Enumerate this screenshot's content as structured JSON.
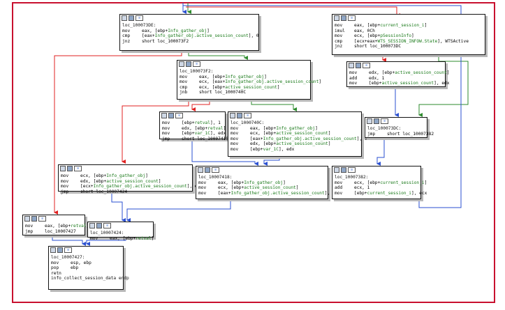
{
  "graph": {
    "colors": {
      "true_edge": "#2e8b2e",
      "false_edge": "#e02020",
      "uncond_edge": "#2a4fd0",
      "frame": "#c8102e"
    },
    "nodes": [
      {
        "id": "n1",
        "lines": [
          {
            "label": "loc_100073DE:"
          },
          {
            "mn": "mov",
            "op": "eax, [ebp+",
            "sym": "Info_gather_obj",
            "post": "]"
          },
          {
            "mn": "cmp",
            "op": "[eax+",
            "sym": "Info_gather_obj.active_session_count",
            "post": "], 0"
          },
          {
            "mn": "jnz",
            "op": "short loc_100073F2",
            "sym": "",
            "post": ""
          }
        ]
      },
      {
        "id": "n2",
        "lines": [
          {
            "mn": "mov",
            "op": "eax, [ebp+",
            "sym": "current_session_i",
            "post": "]"
          },
          {
            "mn": "imul",
            "op": "eax, 0Ch",
            "sym": "",
            "post": ""
          },
          {
            "mn": "mov",
            "op": "ecx, [ebp+",
            "sym": "pSessionInfo",
            "post": "]"
          },
          {
            "mn": "cmp",
            "op": "[ecx+eax+",
            "sym": "WTS_SESSION_INFOW.State",
            "post": "], WTSActive"
          },
          {
            "mn": "jnz",
            "op": "short loc_100073DC",
            "sym": "",
            "post": ""
          }
        ]
      },
      {
        "id": "n3",
        "lines": [
          {
            "label": "loc_100073F2:"
          },
          {
            "mn": "mov",
            "op": "eax, [ebp+",
            "sym": "Info_gather_obj",
            "post": "]"
          },
          {
            "mn": "mov",
            "op": "ecx, [eax+",
            "sym": "Info_gather_obj.active_session_count",
            "post": "]"
          },
          {
            "mn": "cmp",
            "op": "ecx, [ebp+",
            "sym": "active_session_count",
            "post": "]"
          },
          {
            "mn": "jnb",
            "op": "short loc_1000740C",
            "sym": "",
            "post": ""
          }
        ]
      },
      {
        "id": "n4",
        "lines": [
          {
            "mn": "mov",
            "op": "edx, [ebp+",
            "sym": "active_session_count",
            "post": "]"
          },
          {
            "mn": "add",
            "op": "edx, 1",
            "sym": "",
            "post": ""
          },
          {
            "mn": "mov",
            "op": "[ebp+",
            "sym": "active_session_count",
            "post": "], edx"
          }
        ]
      },
      {
        "id": "n5",
        "lines": [
          {
            "mn": "mov",
            "op": "[ebp+",
            "sym": "retval",
            "post": "], 1"
          },
          {
            "mn": "mov",
            "op": "edx, [ebp+",
            "sym": "retval",
            "post": "]"
          },
          {
            "mn": "mov",
            "op": "[ebp+",
            "sym": "var_1C",
            "post": "], edx"
          },
          {
            "mn": "jmp",
            "op": "short loc_10007418",
            "sym": "",
            "post": ""
          }
        ]
      },
      {
        "id": "n6",
        "lines": [
          {
            "label": "loc_1000740C:"
          },
          {
            "mn": "mov",
            "op": "eax, [ebp+",
            "sym": "Info_gather_obj",
            "post": "]"
          },
          {
            "mn": "mov",
            "op": "ecx, [ebp+",
            "sym": "active_session_count",
            "post": "]"
          },
          {
            "mn": "mov",
            "op": "[eax+",
            "sym": "Info_gather_obj.active_session_count",
            "post": "], ecx"
          },
          {
            "mn": "mov",
            "op": "edx, [ebp+",
            "sym": "active_session_count",
            "post": "]"
          },
          {
            "mn": "mov",
            "op": "[ebp+",
            "sym": "var_1C",
            "post": "], edx"
          }
        ]
      },
      {
        "id": "n7",
        "lines": [
          {
            "label": "loc_100073DC:"
          },
          {
            "mn": "jmp",
            "op": "short loc_10007382",
            "sym": "",
            "post": ""
          }
        ]
      },
      {
        "id": "n8",
        "lines": [
          {
            "mn": "mov",
            "op": "ecx, [ebp+",
            "sym": "Info_gather_obj",
            "post": "]"
          },
          {
            "mn": "mov",
            "op": "edx, [ebp+",
            "sym": "active_session_count",
            "post": "]"
          },
          {
            "mn": "mov",
            "op": "[ecx+",
            "sym": "Info_gather_obj.active_session_count",
            "post": "], edx"
          },
          {
            "mn": "jmp",
            "op": "short loc_10007424",
            "sym": "",
            "post": ""
          }
        ]
      },
      {
        "id": "n9",
        "lines": [
          {
            "label": "loc_10007418:"
          },
          {
            "mn": "mov",
            "op": "eax, [ebp+",
            "sym": "Info_gather_obj",
            "post": "]"
          },
          {
            "mn": "mov",
            "op": "ecx, [ebp+",
            "sym": "active_session_count",
            "post": "]"
          },
          {
            "mn": "mov",
            "op": "[eax+",
            "sym": "Info_gather_obj.active_session_count",
            "post": "], ecx"
          }
        ]
      },
      {
        "id": "n10",
        "lines": [
          {
            "label": "loc_10007382:"
          },
          {
            "mn": "mov",
            "op": "ecx, [ebp+",
            "sym": "current_session_i",
            "post": "]"
          },
          {
            "mn": "add",
            "op": "ecx, 1",
            "sym": "",
            "post": ""
          },
          {
            "mn": "mov",
            "op": "[ebp+",
            "sym": "current_session_i",
            "post": "], ecx"
          }
        ]
      },
      {
        "id": "n11",
        "lines": [
          {
            "mn": "mov",
            "op": "eax, [ebp+",
            "sym": "retval",
            "post": "]"
          },
          {
            "mn": "jmp",
            "op": "loc_10007427",
            "sym": "",
            "post": ""
          }
        ]
      },
      {
        "id": "n12",
        "lines": [
          {
            "label": "loc_10007424:"
          },
          {
            "mn": "mov",
            "op": "eax, [ebp+",
            "sym": "retval",
            "post": "]"
          }
        ]
      },
      {
        "id": "n13",
        "lines": [
          {
            "label": "loc_10007427:"
          },
          {
            "mn": "mov",
            "op": "esp, ebp",
            "sym": "",
            "post": ""
          },
          {
            "mn": "pop",
            "op": "ebp",
            "sym": "",
            "post": ""
          },
          {
            "mn": "retn",
            "op": "",
            "sym": "",
            "post": ""
          },
          {
            "label": "info_collect_session_data endp"
          }
        ]
      }
    ]
  }
}
